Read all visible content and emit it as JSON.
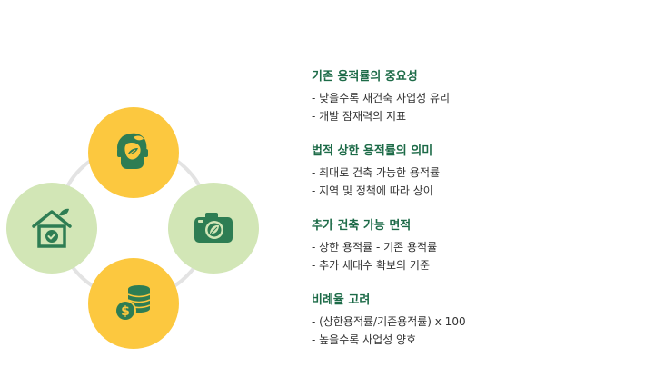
{
  "colors": {
    "accent_yellow": "#fcc83f",
    "accent_green_light": "#d2e6b6",
    "icon_green": "#2e7d53",
    "title_green": "#1d6b48",
    "ring_gray": "#e3e3e3"
  },
  "diagram": {
    "nodes": [
      {
        "position": "top",
        "icon": "eco-head-icon"
      },
      {
        "position": "left",
        "icon": "green-house-icon"
      },
      {
        "position": "right",
        "icon": "camera-leaf-icon"
      },
      {
        "position": "bottom",
        "icon": "coins-dollar-icon"
      }
    ]
  },
  "sections": [
    {
      "title": "기존 용적률의 중요성",
      "bullets": [
        "- 낮을수록 재건축 사업성 유리",
        "- 개발 잠재력의 지표"
      ]
    },
    {
      "title": "법적 상한 용적률의 의미",
      "bullets": [
        "- 최대로 건축 가능한 용적률",
        "- 지역 및 정책에 따라 상이"
      ]
    },
    {
      "title": "추가 건축 가능 면적",
      "bullets": [
        "- 상한 용적률 - 기존 용적률",
        "- 추가 세대수 확보의 기준"
      ]
    },
    {
      "title": "비례율 고려",
      "bullets": [
        "- (상한용적률/기존용적률) x 100",
        "- 높을수록 사업성 양호"
      ]
    }
  ]
}
